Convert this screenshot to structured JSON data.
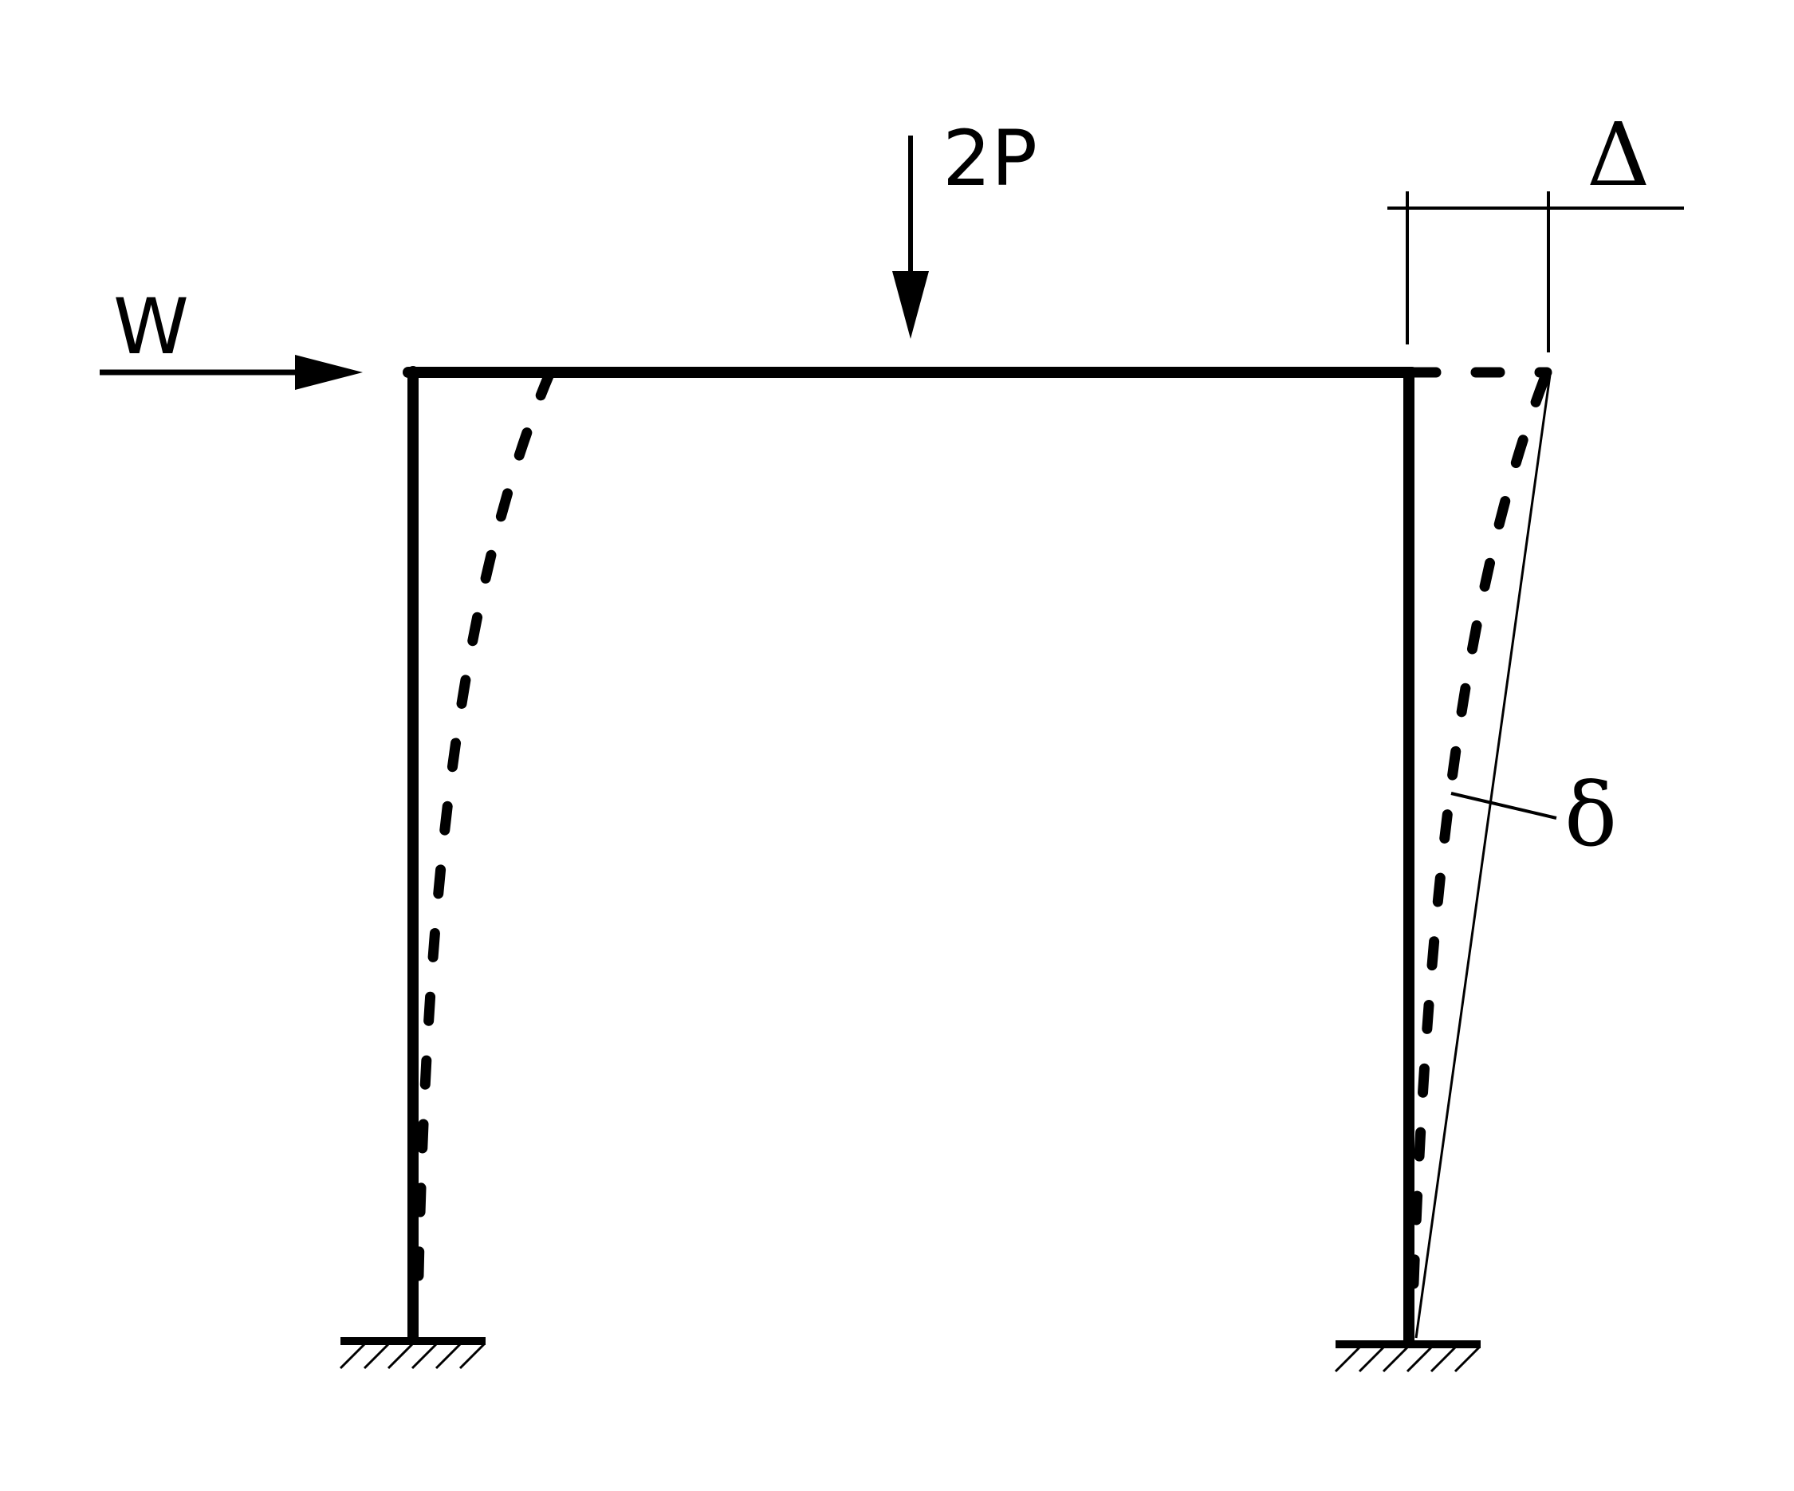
{
  "diagram": {
    "labels": {
      "lateral_load": "W",
      "vertical_load": "2P",
      "drift": "Δ",
      "member_deflection": "δ"
    },
    "colors": {
      "ink": "#000000",
      "background": "#ffffff"
    }
  }
}
